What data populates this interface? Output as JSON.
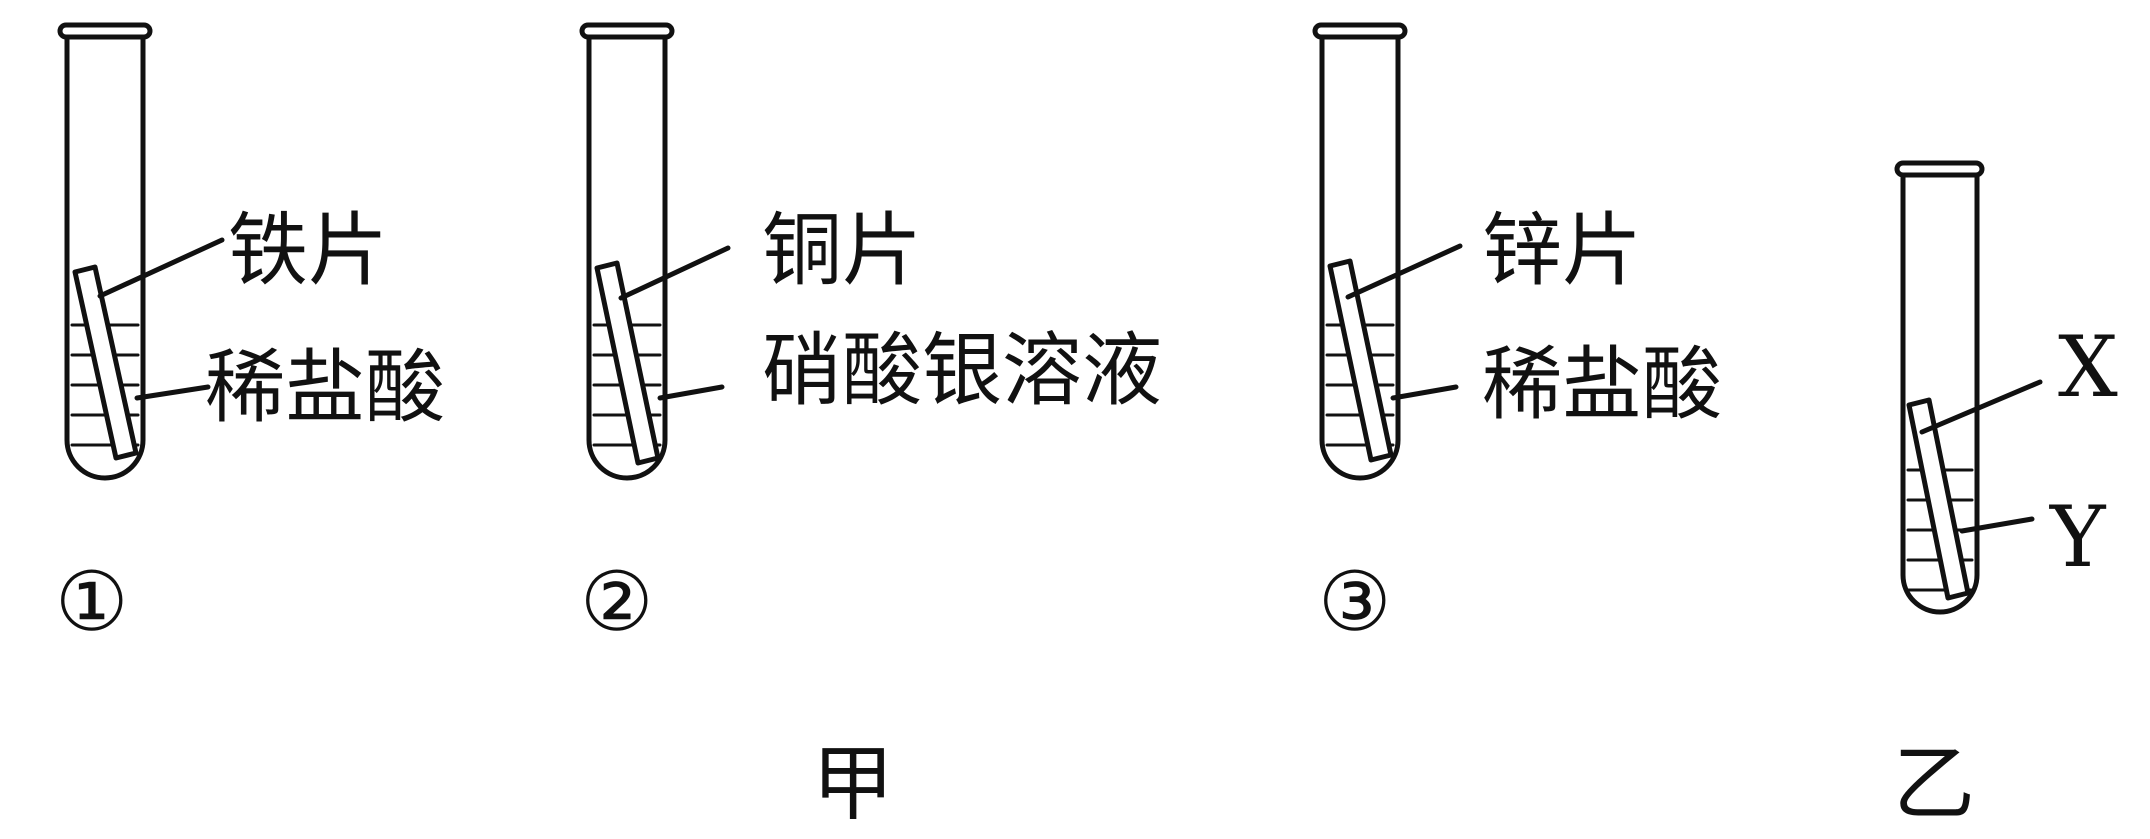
{
  "group_jia": {
    "caption": "甲",
    "tubes": [
      {
        "number": "①",
        "solid": "铁片",
        "liquid": "稀盐酸"
      },
      {
        "number": "②",
        "solid": "铜片",
        "liquid": "硝酸银溶液"
      },
      {
        "number": "③",
        "solid": "锌片",
        "liquid": "稀盐酸"
      }
    ]
  },
  "group_yi": {
    "caption": "乙",
    "tube": {
      "solid": "X",
      "liquid": "Y"
    }
  },
  "colors": {
    "ink": "#111111",
    "background": "#ffffff"
  }
}
